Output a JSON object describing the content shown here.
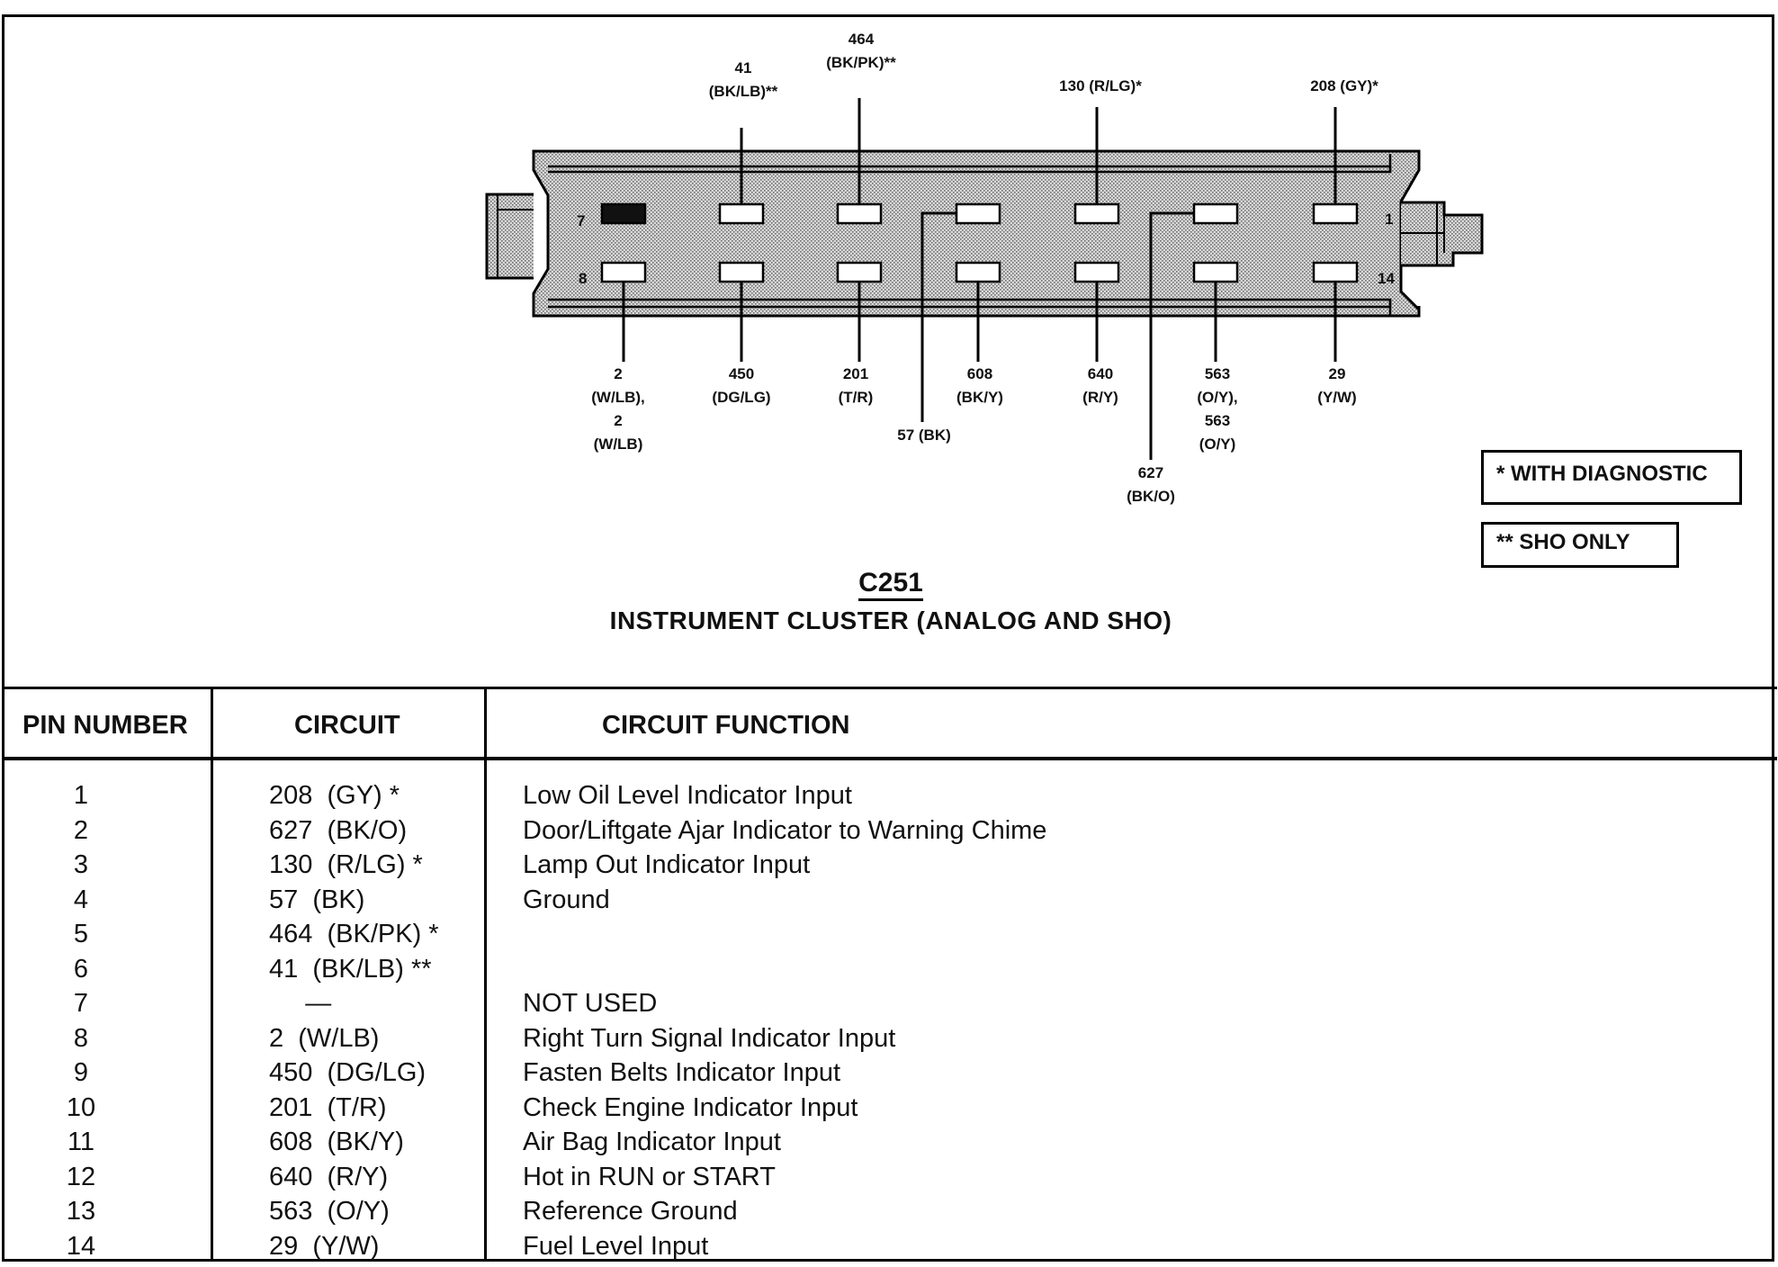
{
  "connector": {
    "id": "C251",
    "name": "INSTRUMENT CLUSTER (ANALOG AND SHO)",
    "pin_labels": {
      "pin7": "7",
      "pin8": "8",
      "pin1": "1",
      "pin14": "14"
    },
    "top_callouts": [
      {
        "lines": [
          "41",
          "(BK/LB)**"
        ]
      },
      {
        "lines": [
          "464",
          "(BK/PK)**"
        ]
      },
      {
        "lines": [
          "130 (R/LG)*"
        ]
      },
      {
        "lines": [
          "208 (GY)*"
        ]
      }
    ],
    "bottom_callouts": [
      {
        "lines": [
          "2",
          "(W/LB),",
          "2",
          "(W/LB)"
        ]
      },
      {
        "lines": [
          "450",
          "(DG/LG)"
        ]
      },
      {
        "lines": [
          "201",
          "(T/R)"
        ]
      },
      {
        "lines": [
          "57 (BK)"
        ]
      },
      {
        "lines": [
          "608",
          "(BK/Y)"
        ]
      },
      {
        "lines": [
          "640",
          "(R/Y)"
        ]
      },
      {
        "lines": [
          "627",
          "(BK/O)"
        ]
      },
      {
        "lines": [
          "563",
          "(O/Y),",
          "563",
          "(O/Y)"
        ]
      },
      {
        "lines": [
          "29",
          "(Y/W)"
        ]
      }
    ]
  },
  "legend": {
    "with_diagnostic": "* WITH DIAGNOSTIC",
    "sho_only": "** SHO ONLY"
  },
  "table": {
    "headers": [
      "PIN NUMBER",
      "CIRCUIT",
      "CIRCUIT FUNCTION"
    ],
    "rows": [
      {
        "pin": "1",
        "circuit": "208  (GY) *",
        "function": "Low Oil Level Indicator Input"
      },
      {
        "pin": "2",
        "circuit": "627  (BK/O)",
        "function": "Door/Liftgate Ajar Indicator to Warning Chime"
      },
      {
        "pin": "3",
        "circuit": "130  (R/LG) *",
        "function": "Lamp Out Indicator Input"
      },
      {
        "pin": "4",
        "circuit": "57  (BK)",
        "function": "Ground"
      },
      {
        "pin": "5",
        "circuit": "464  (BK/PK) *",
        "function": ""
      },
      {
        "pin": "6",
        "circuit": "41  (BK/LB) **",
        "function": ""
      },
      {
        "pin": "7",
        "circuit": "     —",
        "function": "NOT USED"
      },
      {
        "pin": "8",
        "circuit": "2  (W/LB)",
        "function": "Right Turn Signal Indicator Input"
      },
      {
        "pin": "9",
        "circuit": "450  (DG/LG)",
        "function": "Fasten Belts Indicator Input"
      },
      {
        "pin": "10",
        "circuit": "201  (T/R)",
        "function": "Check Engine Indicator Input"
      },
      {
        "pin": "11",
        "circuit": "608  (BK/Y)",
        "function": "Air Bag Indicator Input"
      },
      {
        "pin": "12",
        "circuit": "640  (R/Y)",
        "function": "Hot in RUN or START"
      },
      {
        "pin": "13",
        "circuit": "563  (O/Y)",
        "function": "Reference Ground"
      },
      {
        "pin": "14",
        "circuit": "29  (Y/W)",
        "function": "Fuel Level Input"
      }
    ]
  }
}
